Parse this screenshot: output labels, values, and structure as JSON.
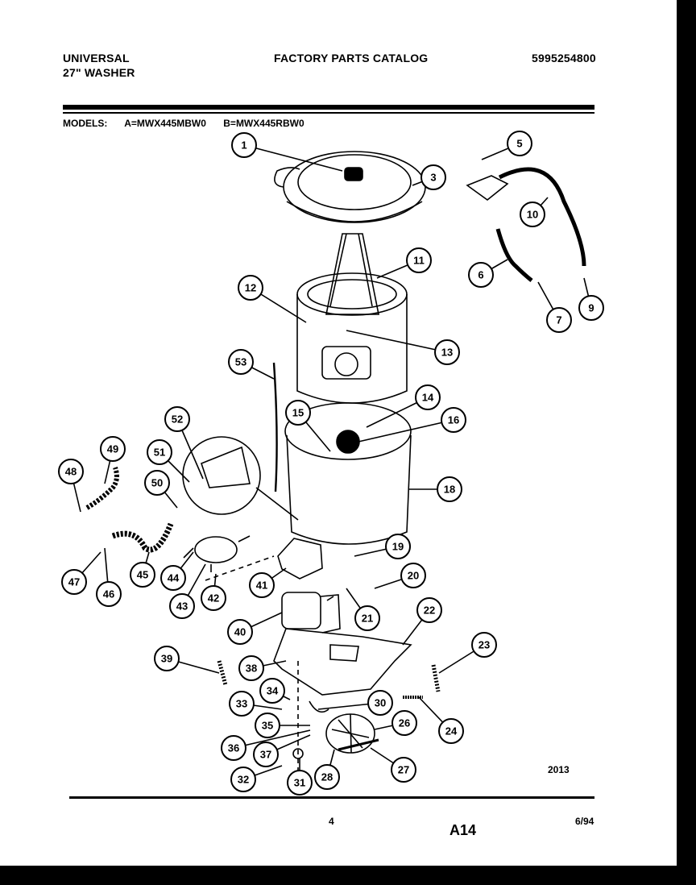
{
  "header": {
    "brand": "UNIVERSAL",
    "product": "27\" WASHER",
    "catalog_title": "FACTORY PARTS CATALOG",
    "catalog_number": "5995254800"
  },
  "models": {
    "label": "MODELS:",
    "model_a": "A=MWX445MBW0",
    "model_b": "B=MWX445RBW0"
  },
  "diagram": {
    "code": "2013",
    "callouts": [
      "1",
      "3",
      "5",
      "6",
      "7",
      "9",
      "10",
      "11",
      "12",
      "13",
      "14",
      "15",
      "16",
      "18",
      "19",
      "20",
      "21",
      "22",
      "23",
      "24",
      "26",
      "27",
      "28",
      "30",
      "31",
      "32",
      "33",
      "34",
      "35",
      "36",
      "37",
      "38",
      "39",
      "40",
      "41",
      "42",
      "43",
      "44",
      "45",
      "46",
      "47",
      "48",
      "49",
      "50",
      "51",
      "52",
      "53"
    ]
  },
  "footer": {
    "page_number": "4",
    "page_code": "A14",
    "date": "6/94"
  }
}
